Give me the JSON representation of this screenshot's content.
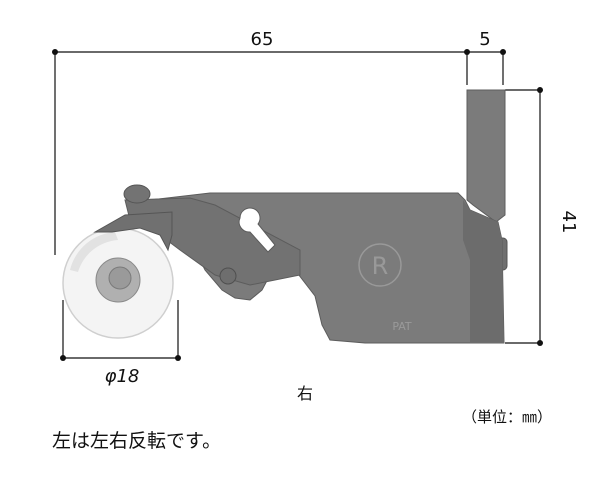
{
  "dimensions": {
    "width_total": "65",
    "flange_width": "5",
    "height": "41",
    "wheel_diameter": "φ18"
  },
  "part": {
    "embossed_mark": "R",
    "embossed_text": "PAT"
  },
  "labels": {
    "side": "右",
    "unit": "（単位：㎜）",
    "note": "左は左右反転です。"
  },
  "colors": {
    "body": "#7b7b7b",
    "body_edge": "#5c5c5c",
    "wheel": "#f2f2f2",
    "hub": "#a8a8a8",
    "dimension_line": "#111111"
  }
}
